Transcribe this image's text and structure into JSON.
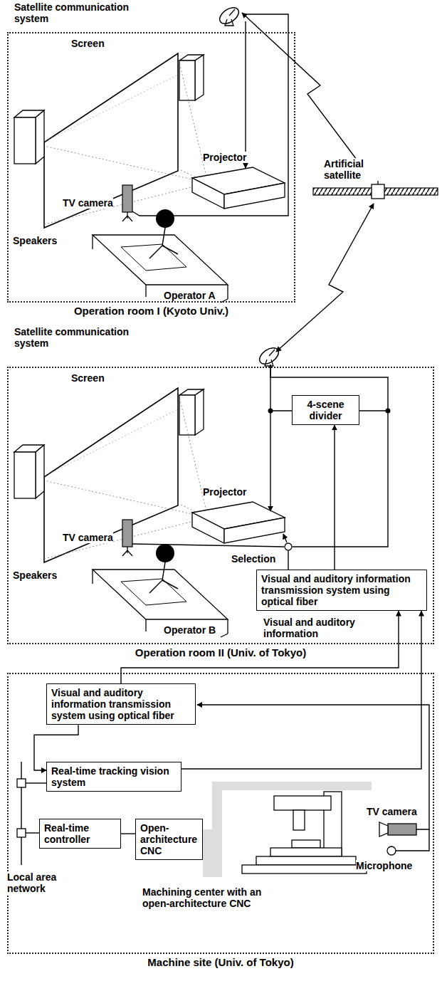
{
  "diagram": {
    "nodes": [
      {
        "text": [
          "Operation room I (Kyoto Univ.)"
        ]
      },
      {
        "text": [
          "Operation room II (Univ. of Tokyo)"
        ]
      },
      {
        "text": [
          "4-scene divider"
        ],
        "in": 1
      },
      {
        "text": [
          "Visual and auditory information transmission system using optical fiber"
        ],
        "in": 1
      },
      {
        "text": [
          "Machine site (Univ. of Tokyo)"
        ]
      },
      {
        "text": [
          "Visual and auditory information transmission system using optical fiber"
        ],
        "in": 4
      },
      {
        "text": [
          "Real-time tracking vision system"
        ],
        "in": 4
      },
      {
        "text": [
          "Real-time controller"
        ],
        "in": 4
      },
      {
        "text": [
          "Open-architecture CNC"
        ],
        "in": 4
      }
    ],
    "edges": [
      {
        "from": 3,
        "to": 2,
        "arrow": "to"
      },
      {
        "from": 5,
        "to": 3,
        "arrow": "to"
      },
      {
        "from": 5,
        "to": 6,
        "arrow": "to"
      },
      {
        "from": 6,
        "to": 3,
        "arrow": "to"
      },
      {
        "from": 7,
        "to": 8,
        "arrow": "none"
      }
    ],
    "labels": [
      "Satellite communication system",
      "Screen",
      "Projector",
      "TV camera",
      "Speakers",
      "Operator A",
      "Artificial satellite",
      "Satellite communication system",
      "Screen",
      "Projector",
      "TV camera",
      "Selection",
      "Speakers",
      "Operator B",
      "Visual and auditory information",
      "TV camera",
      "Microphone",
      "Machining center with an open-architecture CNC",
      "Local area network"
    ]
  }
}
